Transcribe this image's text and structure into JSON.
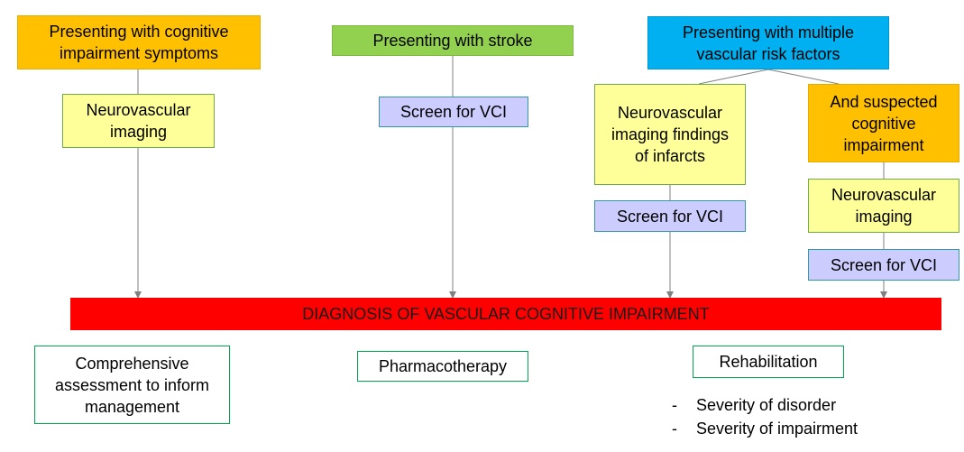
{
  "colors": {
    "cognitive": "#ffc000",
    "stroke": "#92d050",
    "risk": "#00b0f0",
    "imaging": "#ffff99",
    "screen": "#ccccff",
    "diagnosis": "#ff0000",
    "outcome_border": "#00a650",
    "connector": "#808080"
  },
  "top": {
    "cognitive": "Presenting with cognitive impairment symptoms",
    "stroke": "Presenting with stroke",
    "risk": "Presenting with multiple vascular risk factors"
  },
  "column1": {
    "imaging": "Neurovascular imaging"
  },
  "column2": {
    "screen": "Screen for VCI"
  },
  "column3": {
    "findings": "Neurovascular imaging findings of infarcts",
    "screen": "Screen for VCI"
  },
  "column4": {
    "suspected": "And suspected cognitive impairment",
    "imaging": "Neurovascular imaging",
    "screen": "Screen for VCI"
  },
  "diagnosis": "DIAGNOSIS OF VASCULAR COGNITIVE IMPAIRMENT",
  "outcomes": {
    "assessment": "Comprehensive assessment to inform management",
    "pharmacotherapy": "Pharmacotherapy",
    "rehabilitation": "Rehabilitation"
  },
  "rehab_bullets": {
    "marker": "-",
    "items": [
      "Severity of disorder",
      "Severity of impairment"
    ]
  }
}
